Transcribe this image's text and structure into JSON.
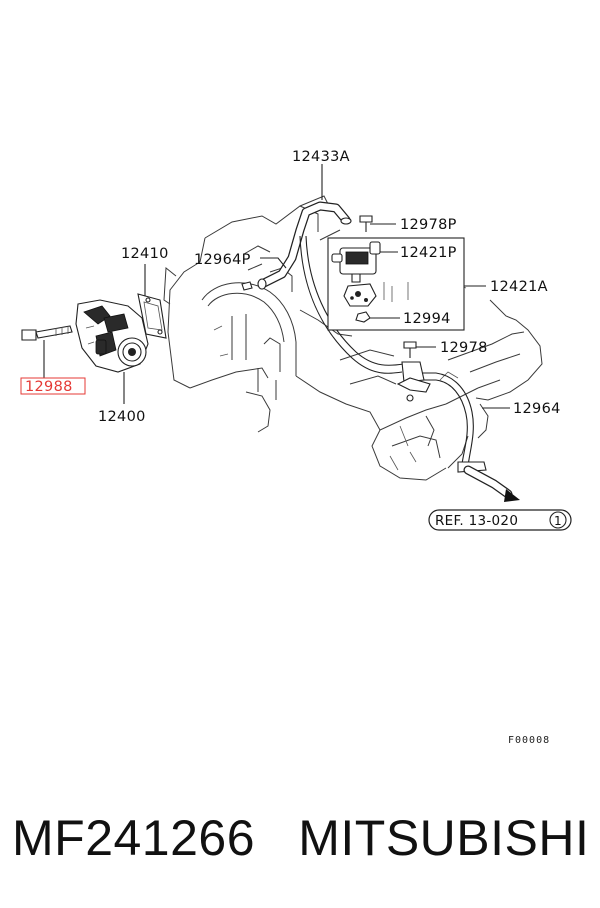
{
  "diagram": {
    "labels": {
      "p12433A": "12433A",
      "p12978P": "12978P",
      "p12964P": "12964P",
      "p12410": "12410",
      "p12421P": "12421P",
      "p12421A": "12421A",
      "p12994": "12994",
      "p12978": "12978",
      "p12988": "12988",
      "p12400": "12400",
      "p12964": "12964"
    },
    "reference": "REF. 13-020",
    "reference_circle": "1",
    "figure_code": "F00008",
    "highlight_color": "#e53935"
  },
  "footer": {
    "part_number": "MF241266",
    "brand": "MITSUBISHI"
  }
}
